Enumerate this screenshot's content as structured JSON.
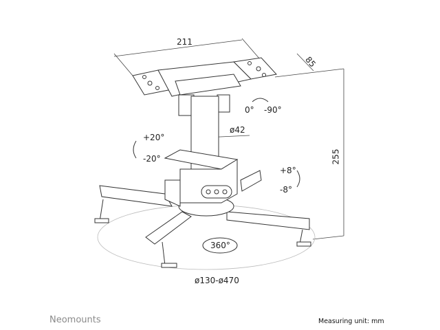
{
  "dimensions": {
    "width": "211",
    "depth": "85",
    "height": "255",
    "tube_diameter": "ø42",
    "mount_range": "ø130-ø470"
  },
  "rotations": {
    "swivel_start": "0°",
    "swivel_end": "-90°",
    "tilt_up": "+20°",
    "tilt_down": "-20°",
    "roll_up": "+8°",
    "roll_down": "-8°",
    "rotate": "360°"
  },
  "footer": {
    "brand": "Neomounts",
    "unit_note": "Measuring unit: mm"
  }
}
